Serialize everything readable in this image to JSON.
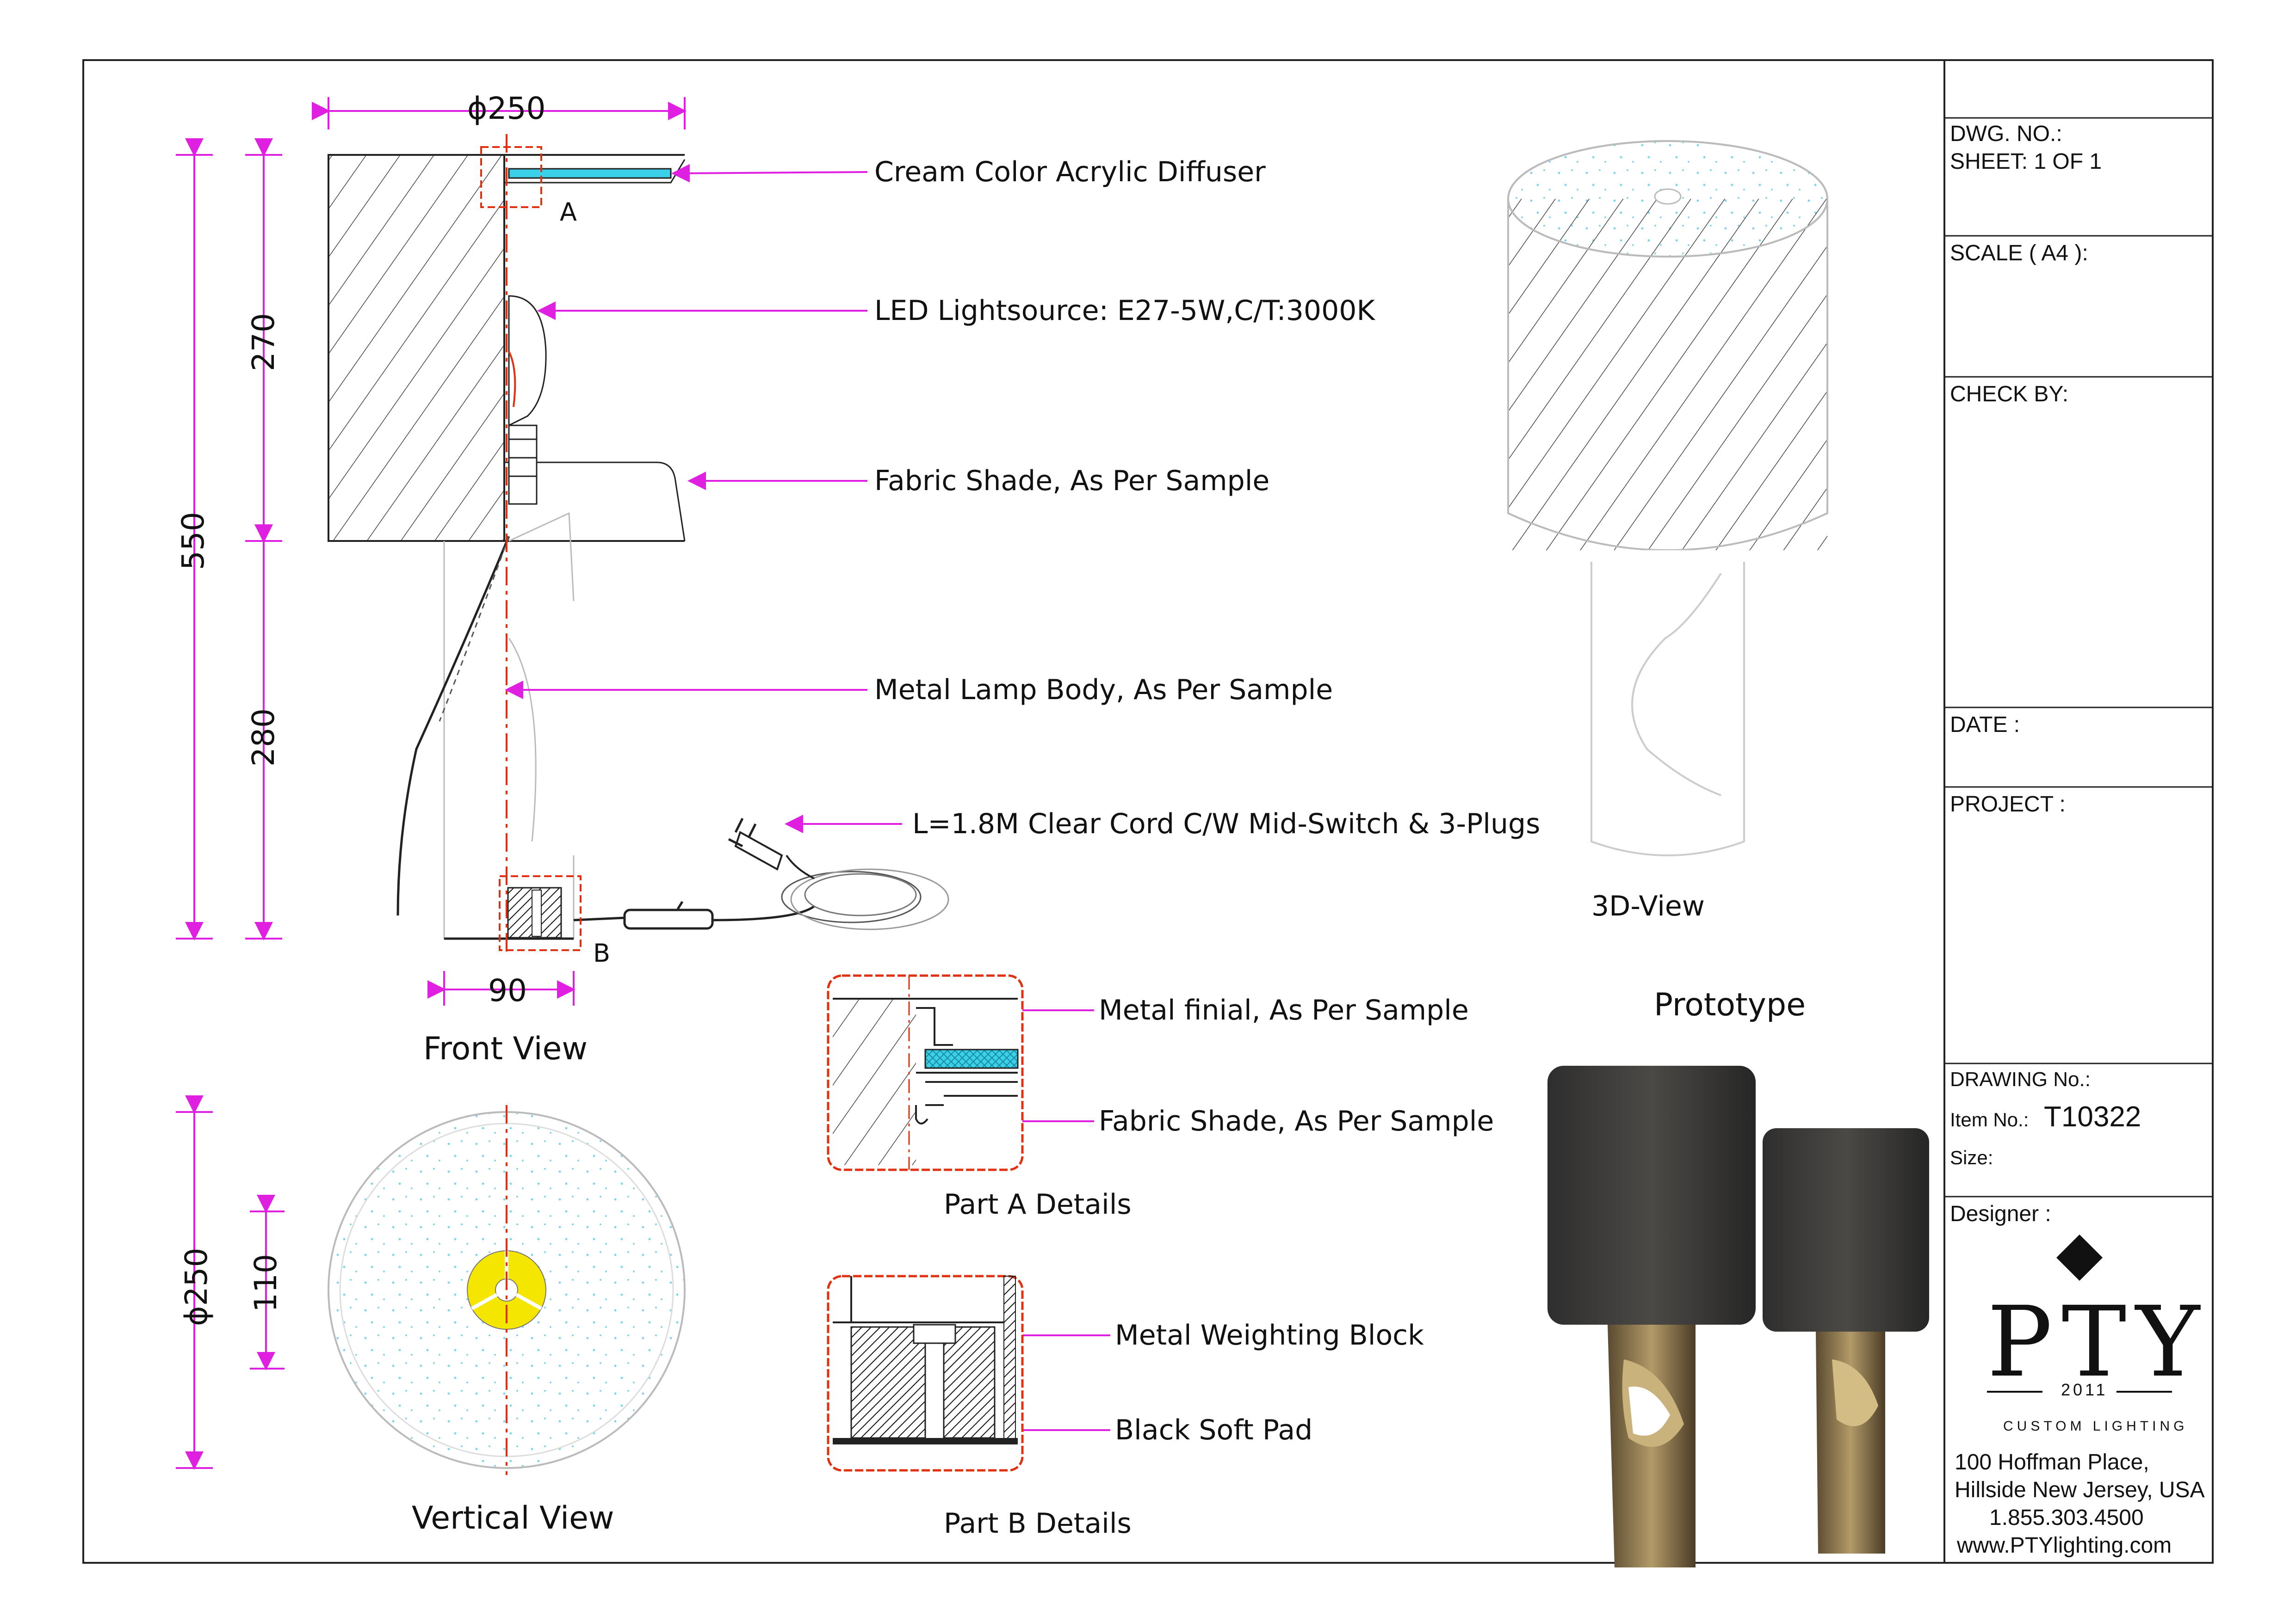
{
  "dimensions": {
    "shade_diameter": "ϕ250",
    "total_height": "550",
    "shade_height": "270",
    "body_height": "280",
    "base_width": "90",
    "vertical_diameter": "ϕ250",
    "finial_diameter": "110"
  },
  "markers": {
    "a": "A",
    "b": "B"
  },
  "callouts": {
    "diffuser": "Cream Color Acrylic Diffuser",
    "led": "LED Lightsource: E27-5W,C/T:3000K",
    "shade": "Fabric Shade, As Per Sample",
    "body": "Metal Lamp Body, As Per Sample",
    "cord": "L=1.8M Clear Cord C/W Mid-Switch & 3-Plugs",
    "finial": "Metal finial, As Per Sample",
    "shade_detail": "Fabric Shade, As Per Sample",
    "weight": "Metal Weighting Block",
    "pad": "Black Soft Pad"
  },
  "views": {
    "front": "Front View",
    "vertical": "Vertical View",
    "part_a": "Part A Details",
    "part_b": "Part B Details",
    "three_d": "3D-View",
    "prototype": "Prototype"
  },
  "title_block": {
    "dwg_no": "DWG. NO.:",
    "sheet": "SHEET: 1 OF 1",
    "scale": "SCALE ( A4 ):",
    "check_by": "CHECK BY:",
    "date": "DATE :",
    "project": "PROJECT :",
    "drawing_no": "DRAWING No.:",
    "item_no_label": "Item No.:",
    "item_no_value": "T10322",
    "size": "Size:",
    "designer": "Designer :"
  },
  "company": {
    "name": "PTY",
    "year": "2011",
    "tagline": "CUSTOM LIGHTING",
    "address1": "100 Hoffman Place,",
    "address2": "Hillside New Jersey, USA",
    "phone": "1.855.303.4500",
    "web": "www.PTYlighting.com"
  },
  "colors": {
    "dimension": "#e020e0",
    "centerline": "#e03010",
    "diffuser": "#39d0e8",
    "finial": "#f5e600"
  }
}
